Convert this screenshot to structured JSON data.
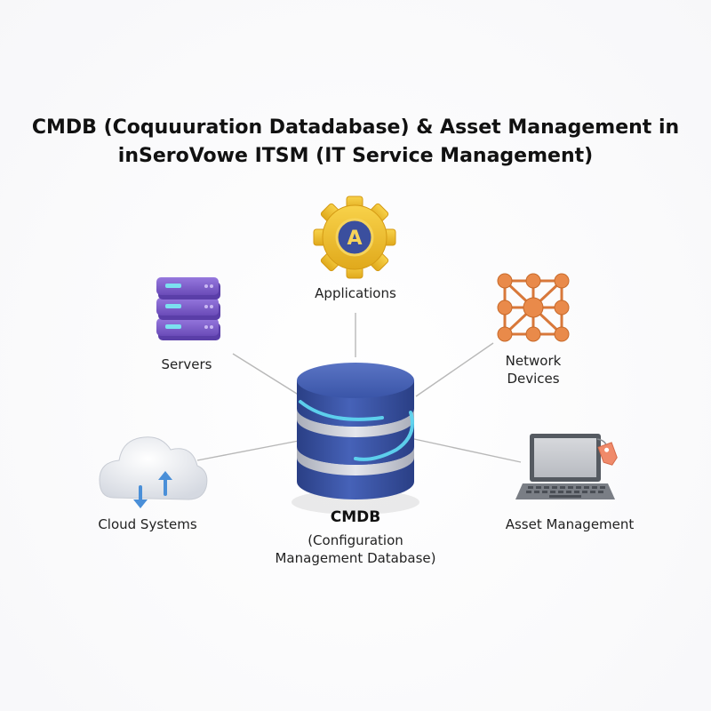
{
  "title": {
    "line1": "CMDB (Coquuuration Datadabase) & Asset Management in",
    "line2": "inSeroVowe ITSM (IT Service Management)"
  },
  "center": {
    "name": "CMDB",
    "subtitle_line1": "(Configuration",
    "subtitle_line2": "Management Database)"
  },
  "nodes": {
    "applications": {
      "label": "Applications",
      "badge": "A",
      "icon": "gear-icon"
    },
    "servers": {
      "label": "Servers",
      "icon": "server-stack-icon"
    },
    "network": {
      "label_line1": "Network",
      "label_line2": "Devices",
      "icon": "network-mesh-icon"
    },
    "cloud": {
      "label": "Cloud Systems",
      "icon": "cloud-sync-icon"
    },
    "asset": {
      "label": "Asset Management",
      "icon": "laptop-tag-icon"
    }
  },
  "colors": {
    "database": "#3a55a8",
    "database_dark": "#2a3f85",
    "database_ring": "#c9ccd6",
    "glow": "#5fd6f0",
    "gear": "#f2c230",
    "gear_center": "#3b4f9e",
    "server": "#7b5cc8",
    "server_light": "#9678de",
    "network": "#e98a4a",
    "cloud": "#e6e9ef",
    "arrow": "#4a8fd8",
    "laptop": "#6a6d73",
    "tag": "#f08a6a",
    "connector": "#b8b8b8"
  }
}
